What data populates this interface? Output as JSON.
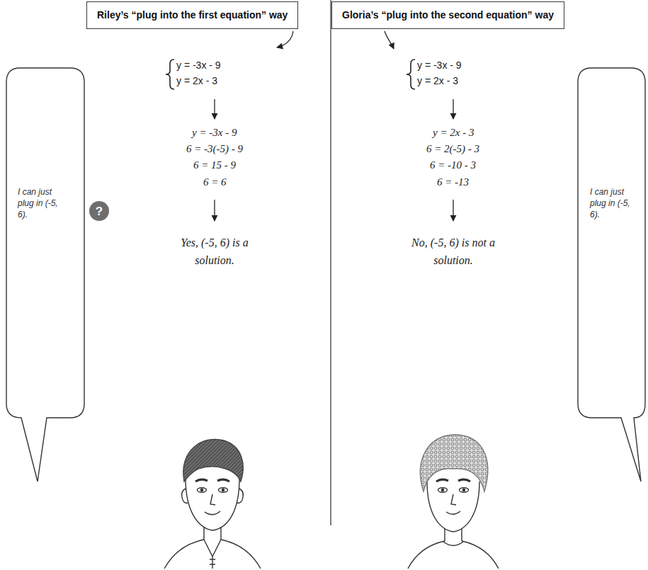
{
  "diagram": {
    "nodes": [
      {
        "text": [
          "Riley’s “plug into the first equation” way"
        ]
      },
      {
        "text": [
          "Gloria’s “plug into the second equation” way"
        ]
      },
      {
        "text": [
          "I can just plug in (-5, 6)."
        ]
      },
      {
        "text": [
          "?"
        ]
      },
      {
        "text": [
          "I can just plug in (-5, 6)."
        ]
      }
    ],
    "labels": [
      "y = -3x - 9",
      "y = 2x - 3",
      "y = -3x - 9",
      "6 = -3(-5) - 9",
      "6 = 15 - 9",
      "6 = 6",
      "Yes, (-5, 6) is a solution.",
      "y = -3x - 9",
      "y = 2x - 3",
      "y = 2x - 3",
      "6 = 2(-5) - 3",
      "6 = -10 - 3",
      "6 = -13",
      "No, (-5, 6) is not a solution."
    ]
  }
}
